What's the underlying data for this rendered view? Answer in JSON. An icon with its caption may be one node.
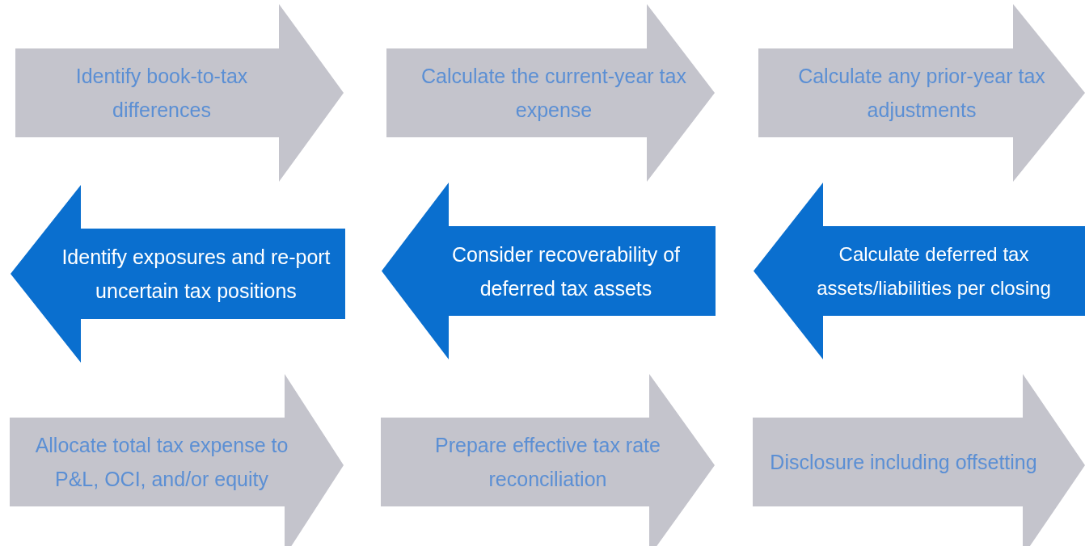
{
  "diagram": {
    "nodes": [
      {
        "text": [
          "Identify book-to-tax differences"
        ]
      },
      {
        "text": [
          "Calculate the current-year tax expense"
        ]
      },
      {
        "text": [
          "Calculate any prior-year tax adjustments"
        ]
      },
      {
        "text": [
          "Identify exposures and re-port uncertain tax positions"
        ]
      },
      {
        "text": [
          "Consider recoverability of deferred tax assets"
        ]
      },
      {
        "text": [
          "Calculate deferred tax assets/liabilities per closing"
        ]
      },
      {
        "text": [
          "Allocate total tax expense to P&L, OCI, and/or equity"
        ]
      },
      {
        "text": [
          "Prepare effective tax rate reconciliation"
        ]
      },
      {
        "text": [
          "Disclosure including offsetting"
        ]
      }
    ]
  }
}
